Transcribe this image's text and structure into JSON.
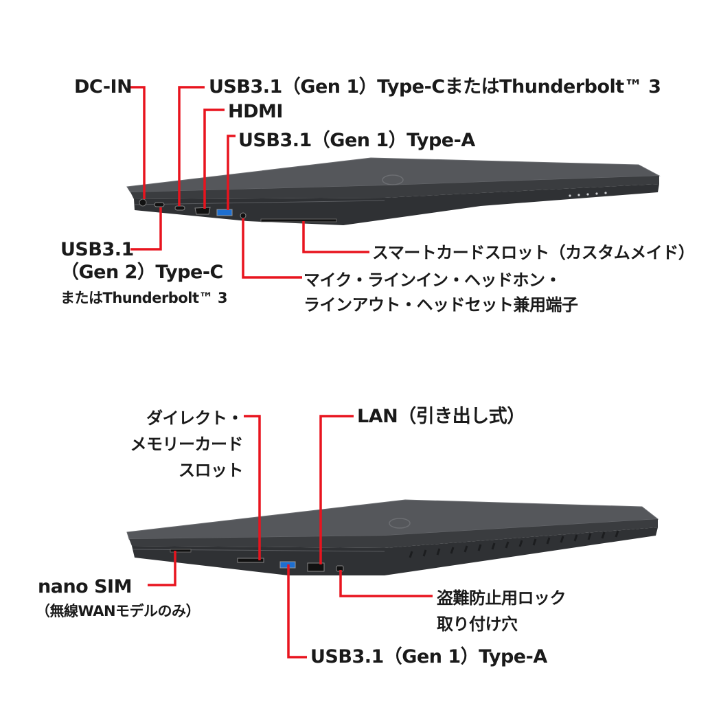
{
  "top_view": {
    "dc_in": "DC-IN",
    "usb_c_tb": "USB3.1（Gen 1）Type-CまたはThunderbolt™ 3",
    "hdmi": "HDMI",
    "usb_a": "USB3.1（Gen 1）Type-A",
    "usb_c_gen2": "USB3.1\n（Gen 2）Type-C",
    "usb_c_gen2_tb": "またはThunderbolt™ 3",
    "smartcard": "スマートカードスロット（カスタムメイド）",
    "audio": "マイク・ラインイン・ヘッドホン・\nラインアウト・ヘッドセット兼用端子"
  },
  "bottom_view": {
    "memory_card": "ダイレクト・\nメモリーカード\nスロット",
    "lan": "LAN（引き出し式）",
    "nano_sim": "nano SIM",
    "nano_sim_note": "（無線WANモデルのみ）",
    "security": "盗難防止用ロック\n取り付け穴",
    "usb_a": "USB3.1（Gen 1）Type-A"
  },
  "colors": {
    "leader_line": "#e8141e",
    "laptop_body": "#3d3f42",
    "laptop_lid": "#4a4c50",
    "edge_highlight": "#6a6c70",
    "usb_blue": "#1e6fd0"
  }
}
